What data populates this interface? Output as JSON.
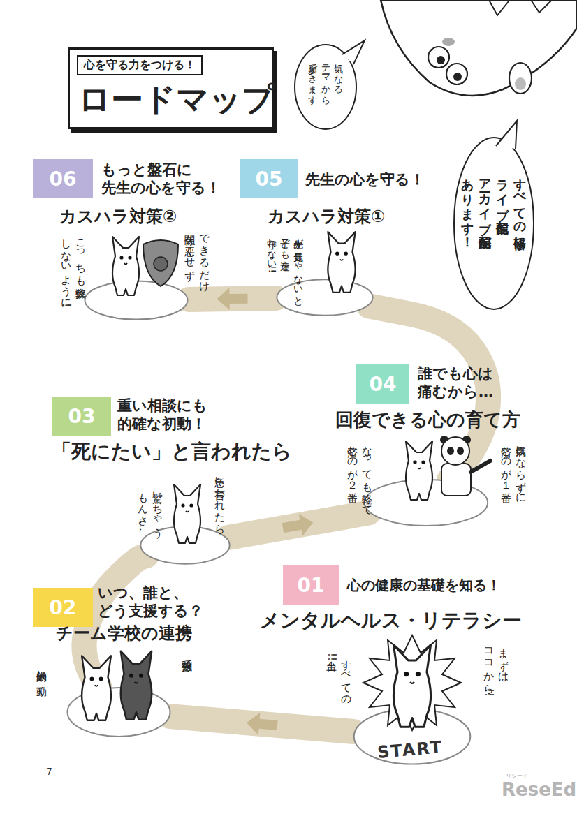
{
  "diagram": {
    "nodes": [
      {
        "text": [
          "心を守る力をつける！",
          "ロードマップ"
        ]
      },
      {
        "text": [
          "気になる テーマから 参加できます"
        ]
      },
      {
        "text": [
          "すべての研修に ライブ配信と アーカイブ配信が あります！"
        ]
      },
      {
        "text": [
          "01",
          "心の健康の基礎を知る！",
          "メンタルヘルス・リテラシー"
        ]
      },
      {
        "text": [
          "まずは ココから!!",
          "すべての 土台!!",
          "START"
        ]
      },
      {
        "text": [
          "02",
          "いつ、誰と、 どう支援する？",
          "チーム学校の連携"
        ]
      },
      {
        "text": [
          "役割分担で",
          "効果的に 動く"
        ]
      },
      {
        "text": [
          "03",
          "重い相談にも 的確な初動！",
          "「死にたい」と言われたら"
        ]
      },
      {
        "text": [
          "急に言われたら",
          "驚いちゃう もんさ…"
        ]
      },
      {
        "text": [
          "04",
          "誰でも心は 痛むから…",
          "回復できる心の育て方"
        ]
      },
      {
        "text": [
          "病気にならずに 済むのが１番",
          "なっても軽くて 済むのが２番"
        ]
      },
      {
        "text": [
          "05",
          "先生の心を守る！",
          "カスハラ対策①"
        ]
      },
      {
        "text": [
          "先生が 元気じゃないと 子ども達を 守れない!!"
        ]
      },
      {
        "text": [
          "06",
          "もっと盤石に 先生の心を守る！",
          "カスハラ対策②"
        ]
      },
      {
        "text": [
          "できるだけ 関係を悪くせず",
          "こっちも疲弊 しないように!"
        ]
      }
    ],
    "edges": [
      {
        "from": 4,
        "to": 6,
        "arrow": "to"
      },
      {
        "from": 6,
        "to": 8,
        "arrow": "none"
      },
      {
        "from": 8,
        "to": 10,
        "arrow": "to"
      },
      {
        "from": 10,
        "to": 12,
        "arrow": "none"
      },
      {
        "from": 12,
        "to": 14,
        "arrow": "to"
      }
    ],
    "labels": [
      "7",
      "リシード",
      "ReseEd"
    ]
  }
}
